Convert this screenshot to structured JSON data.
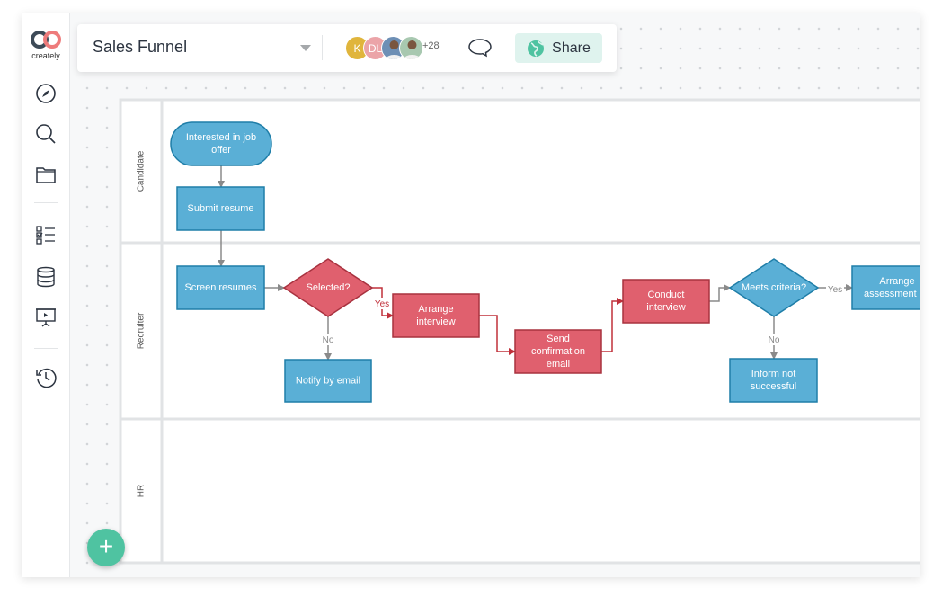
{
  "brand": {
    "logo_text": "creately"
  },
  "header": {
    "title": "Sales Funnel",
    "avatars": [
      {
        "initial": "K",
        "color": "#e0b53c"
      },
      {
        "initial": "DL",
        "color": "#eba4a8"
      },
      {
        "initial": "",
        "color": "#6d8fb5"
      },
      {
        "initial": "",
        "color": "#a8c8b0"
      }
    ],
    "more_count": "+28",
    "share_label": "Share"
  },
  "sidebar": {
    "items": [
      "compass-icon",
      "search-icon",
      "folder-icon",
      "checklist-icon",
      "database-icon",
      "presentation-icon",
      "history-icon"
    ]
  },
  "colors": {
    "process_blue": "#5aafd6",
    "process_red": "#e0606e",
    "accent": "#4fc3a1"
  },
  "lanes": [
    {
      "label": "Candidate"
    },
    {
      "label": "Recruiter"
    },
    {
      "label": "HR"
    }
  ],
  "nodes": [
    {
      "id": "n1",
      "type": "terminator",
      "color": "blue",
      "lines": [
        "Interested in job",
        "offer"
      ]
    },
    {
      "id": "n2",
      "type": "process",
      "color": "blue",
      "lines": [
        "Submit resume"
      ]
    },
    {
      "id": "n3",
      "type": "process",
      "color": "blue",
      "lines": [
        "Screen resumes"
      ]
    },
    {
      "id": "n4",
      "type": "decision",
      "color": "red",
      "lines": [
        "Selected?"
      ]
    },
    {
      "id": "n5",
      "type": "process",
      "color": "red",
      "lines": [
        "Arrange",
        "interview"
      ]
    },
    {
      "id": "n6",
      "type": "process",
      "color": "blue",
      "lines": [
        "Notify by email"
      ]
    },
    {
      "id": "n7",
      "type": "process",
      "color": "red",
      "lines": [
        "Send",
        "confirmation",
        "email"
      ]
    },
    {
      "id": "n8",
      "type": "process",
      "color": "red",
      "lines": [
        "Conduct",
        "interview"
      ]
    },
    {
      "id": "n9",
      "type": "decision",
      "color": "blue",
      "lines": [
        "Meets criteria?"
      ]
    },
    {
      "id": "n10",
      "type": "process",
      "color": "blue",
      "lines": [
        "Inform not",
        "successful"
      ]
    },
    {
      "id": "n11",
      "type": "process",
      "color": "blue",
      "lines": [
        "Arrange",
        "assessment da"
      ]
    }
  ],
  "edges": [
    {
      "from": "n1",
      "to": "n2",
      "label": ""
    },
    {
      "from": "n2",
      "to": "n3",
      "label": ""
    },
    {
      "from": "n3",
      "to": "n4",
      "label": ""
    },
    {
      "from": "n4",
      "to": "n5",
      "label": "Yes",
      "color": "red"
    },
    {
      "from": "n4",
      "to": "n6",
      "label": "No"
    },
    {
      "from": "n5",
      "to": "n7",
      "label": "",
      "color": "red"
    },
    {
      "from": "n7",
      "to": "n8",
      "label": "",
      "color": "red"
    },
    {
      "from": "n8",
      "to": "n9",
      "label": ""
    },
    {
      "from": "n9",
      "to": "n11",
      "label": "Yes"
    },
    {
      "from": "n9",
      "to": "n10",
      "label": "No"
    }
  ]
}
